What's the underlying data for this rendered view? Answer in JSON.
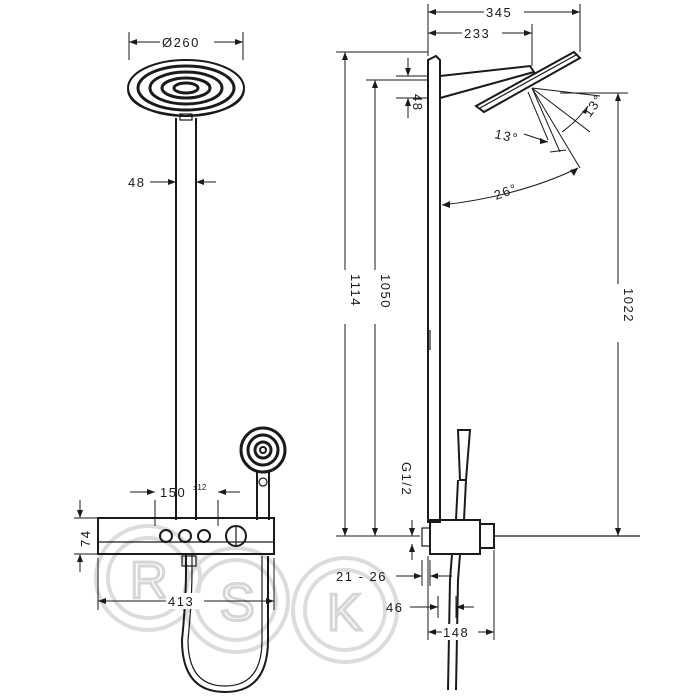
{
  "front_view": {
    "head_diameter": "Ø260",
    "pipe_width": "48",
    "valve_spacing": "150",
    "valve_spacing_tolerance": "±12",
    "thermostat_height": "74",
    "thermostat_width": "413"
  },
  "side_view": {
    "projection_total": "345",
    "projection_arm": "233",
    "arm_offset": "48",
    "total_height": "1114",
    "rail_height": "1050",
    "head_height": "1022",
    "angle_tilt_a": "13°",
    "angle_tilt_b": "13°",
    "angle_total": "26°",
    "connection_thread": "G1/2",
    "connection_range": "21 - 26",
    "wall_offset": "46",
    "thermostat_depth": "148"
  },
  "watermark": {
    "letters": [
      "R",
      "S",
      "K"
    ]
  }
}
